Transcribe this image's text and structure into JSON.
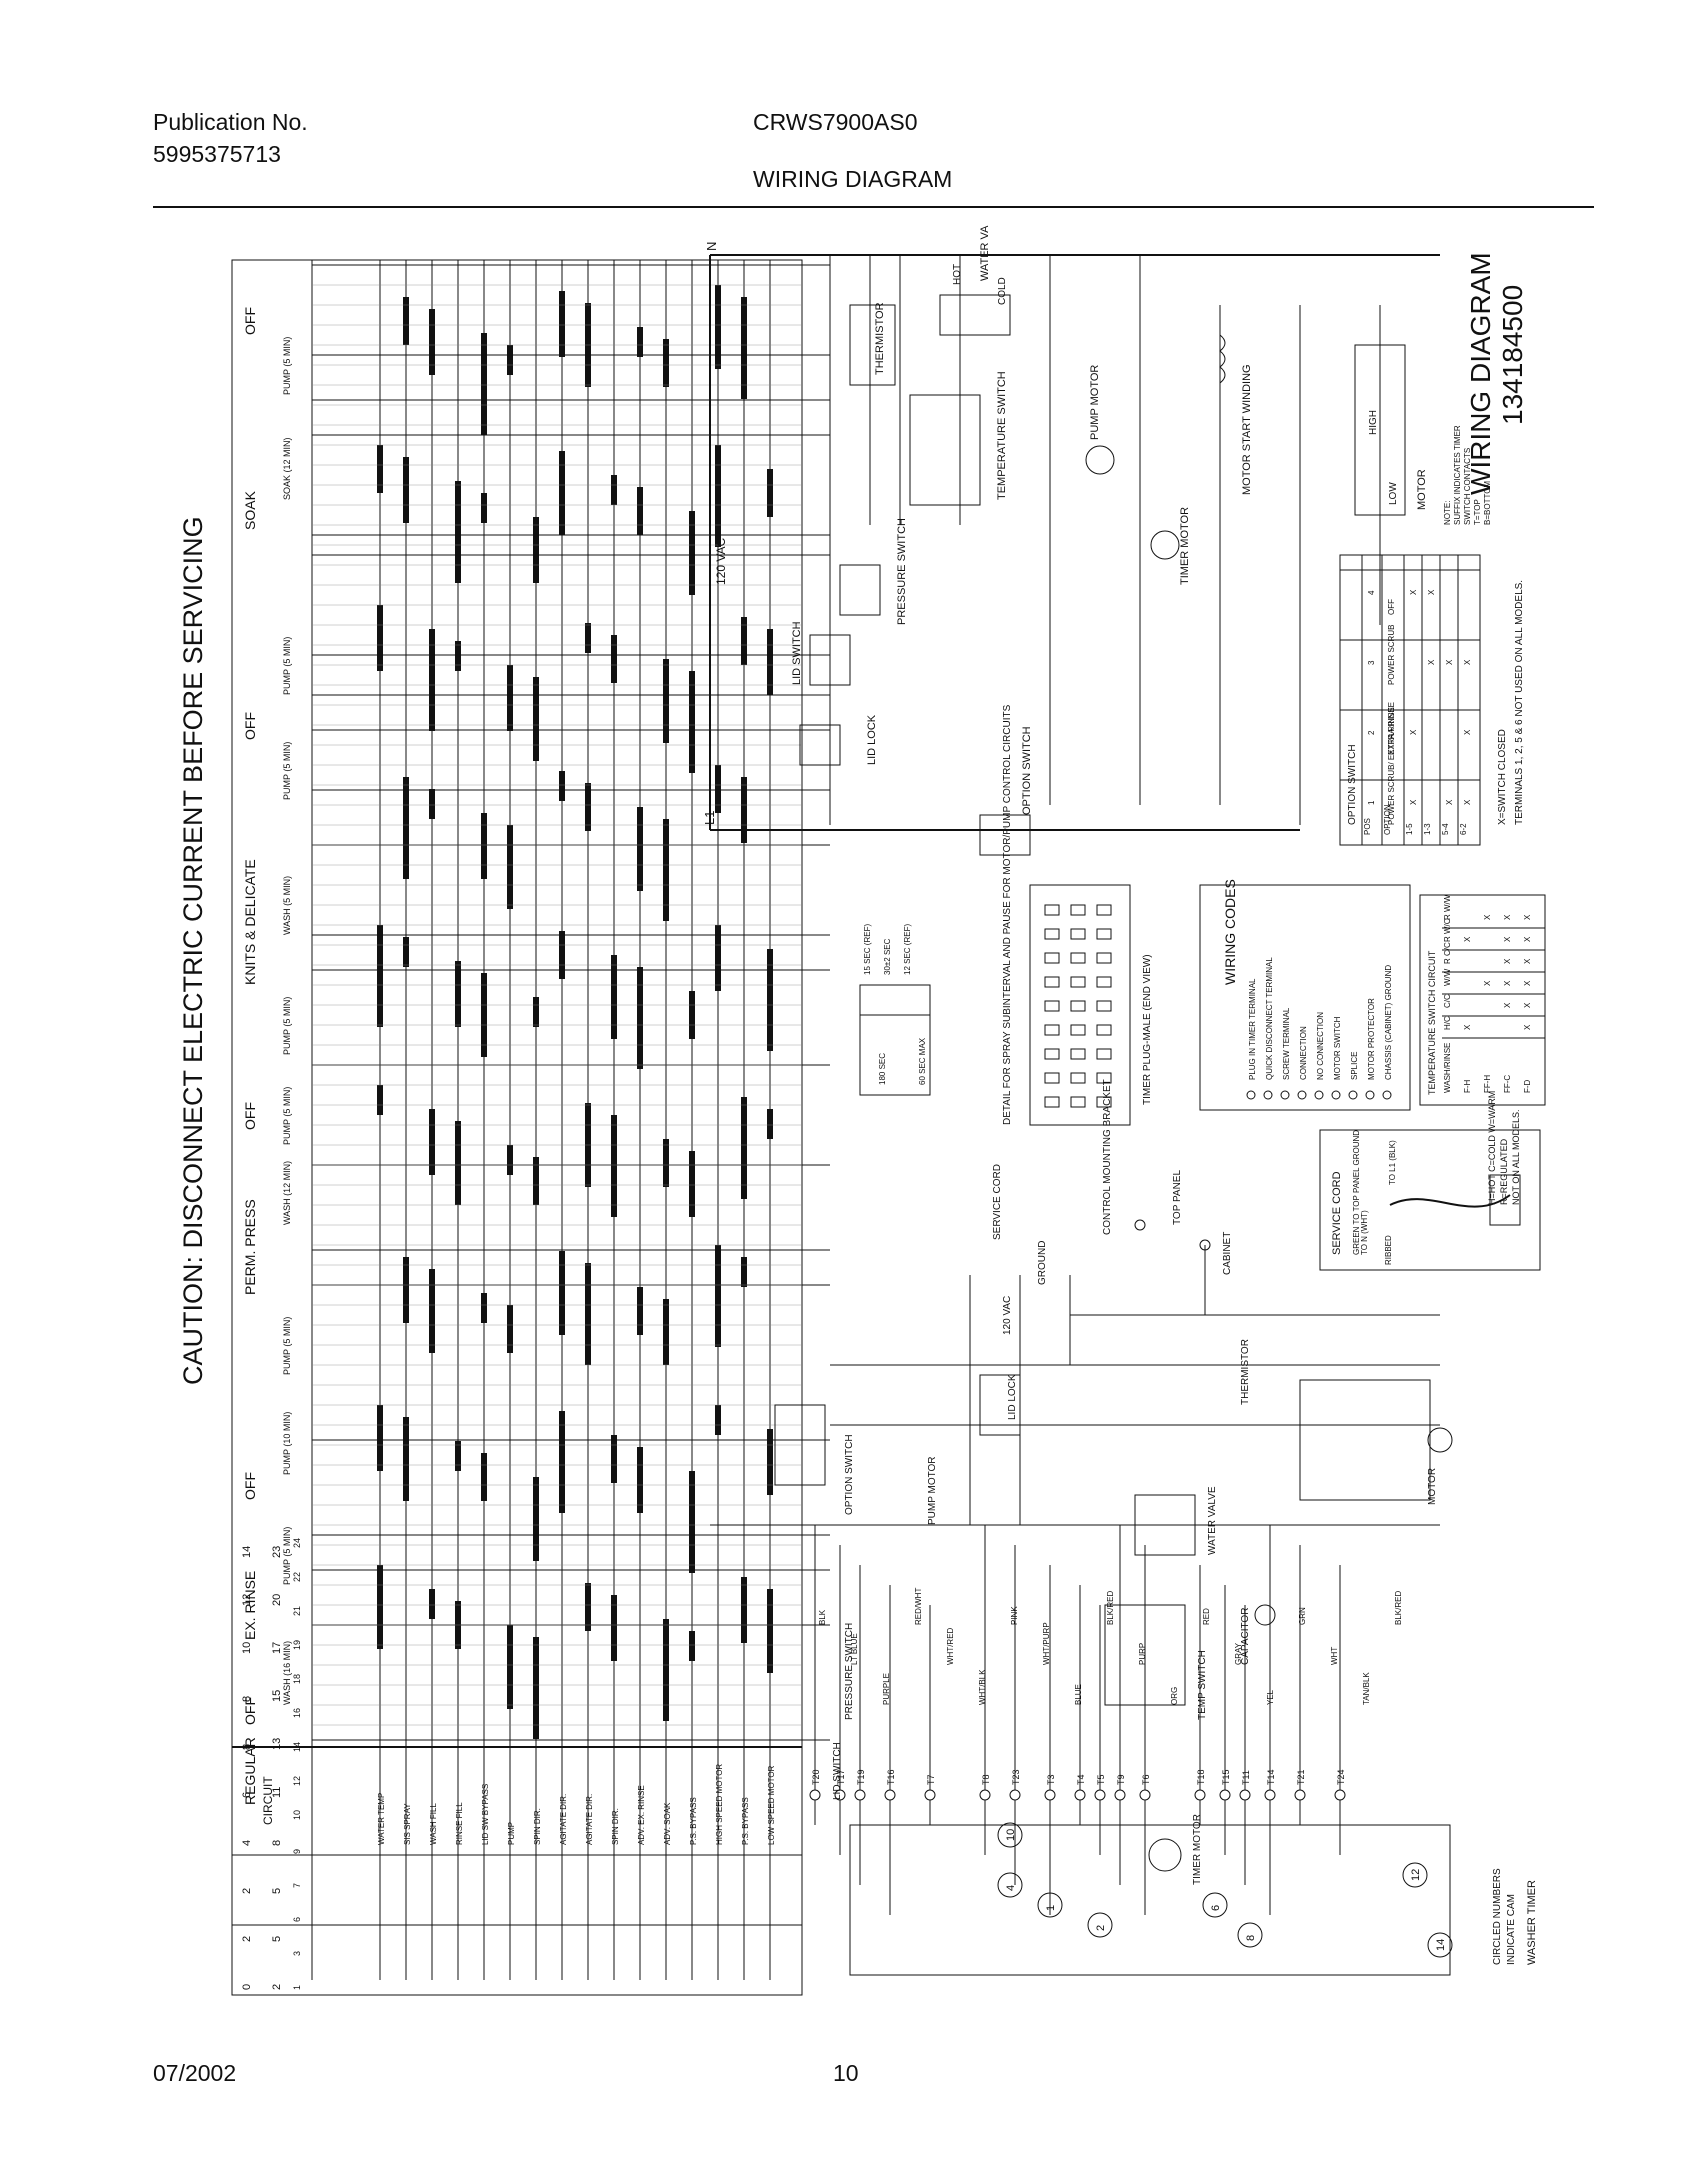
{
  "header": {
    "publication_label": "Publication No.",
    "publication_number": "5995375713",
    "model": "CRWS7900AS0",
    "title": "WIRING DIAGRAM"
  },
  "footer": {
    "date": "07/2002",
    "page": "10"
  },
  "diagram": {
    "caution": "CAUTION: DISCONNECT ELECTRIC CURRENT BEFORE SERVICING",
    "title": "WIRING DIAGRAM",
    "number": "134184500",
    "cycle_labels": [
      "OFF",
      "SOAK",
      "OFF",
      "KNITS & DELICATE",
      "OFF",
      "PERM. PRESS",
      "OFF",
      "EX. RINSE",
      "OFF",
      "REGULAR"
    ],
    "phase_labels": [
      "PUMP (5 MIN)",
      "SOAK (12 MIN)",
      "PUMP (5 MIN)",
      "PUMP (5 MIN)",
      "WASH (5 MIN)",
      "PUMP (5 MIN)",
      "PUMP (5 MIN)",
      "WASH (12 MIN)",
      "PUMP (5 MIN)",
      "PUMP (10 MIN)",
      "PUMP (5 MIN)",
      "WASH (16 MIN)"
    ],
    "circuit_header": "CIRCUIT",
    "circuits": [
      "WATER TEMP",
      "SIS SPRAY",
      "WASH FILL",
      "RINSE FILL",
      "LID SW BYPASS",
      "PUMP",
      "SPIN DIR.",
      "AGITATE DIR.",
      "AGITATE DIR.",
      "SPIN DIR.",
      "ADV. EX. RINSE",
      "ADV. SOAK",
      "P.S. BYPASS",
      "HIGH SPEED MOTOR",
      "P.S. BYPASS",
      "LOW SPEED MOTOR"
    ],
    "term_a": [
      "0",
      "2",
      "2",
      "4",
      "6",
      "8",
      "8",
      "10",
      "12",
      "14"
    ],
    "term_b": [
      "2",
      "5",
      "5",
      "8",
      "11",
      "13",
      "15",
      "17",
      "20",
      "23"
    ],
    "term_c": [
      "1",
      "3",
      "6",
      "7",
      "9",
      "10",
      "12",
      "14",
      "16",
      "18",
      "19",
      "21",
      "22",
      "24"
    ],
    "components": {
      "thermistor": "THERMISTOR",
      "water_valves": "WATER VALVES",
      "hot": "HOT",
      "cold": "COLD",
      "temp_switch": "TEMPERATURE SWITCH",
      "pump_motor": "PUMP MOTOR",
      "motor_start": "MOTOR START WINDING",
      "timer_motor": "TIMER MOTOR",
      "pressure_switch": "PRESSURE SWITCH",
      "lid_switch": "LID SWITCH",
      "lid_lock": "LID LOCK",
      "option_switch": "OPTION SWITCH",
      "motor": "MOTOR",
      "high": "HIGH",
      "low": "LOW",
      "vac": "120 VAC",
      "l1": "L1",
      "n": "N",
      "capacitor": "CAPACITOR",
      "washer_timer": "WASHER TIMER",
      "service_cord": "SERVICE CORD",
      "ground": "GROUND",
      "cabinet": "CABINET",
      "top_panel": "TOP PANEL",
      "control_bracket": "CONTROL MOUNTING BRACKET",
      "thermistor_b": "THERMISTOR",
      "temp_switch_b": "TEMP SWITCH",
      "lid_lock_b": "LID LOCK",
      "option_switch_b": "OPTION SWITCH",
      "pressure_switch_b": "PRESSURE SWITCH",
      "lid_switch_b": "LID SWITCH",
      "pump_motor_b": "PUMP MOTOR",
      "water_valve_b": "WATER VALVE",
      "timer_motor_b": "TIMER MOTOR"
    },
    "wiring_codes": {
      "title": "WIRING CODES",
      "items": [
        "PLUG IN TIMER TERMINAL",
        "QUICK DISCONNECT TERMINAL",
        "SCREW TERMINAL",
        "CONNECTION",
        "NO CONNECTION",
        "MOTOR SWITCH",
        "SPLICE",
        "MOTOR PROTECTOR",
        "CHASSIS (CABINET) GROUND"
      ]
    },
    "timer_plug": "TIMER PLUG-MALE (END VIEW)",
    "spray_detail": "DETAIL FOR SPRAY SUBINTERVAL AND PAUSE FOR MOTOR/PUMP CONTROL CIRCUITS",
    "spray_times": [
      "15 SEC (REF)",
      "30±2 SEC",
      "12 SEC (REF)",
      "180 SEC",
      "60 SEC MAX"
    ],
    "option_table": {
      "title": "OPTION SWITCH",
      "columns": [
        "POS",
        "OPTION",
        "1-5",
        "1-3",
        "5-4",
        "6-2"
      ],
      "rows": [
        [
          "1",
          "POWER SCRUB/ EXTRA RINSE",
          "X",
          "",
          "X",
          "X"
        ],
        [
          "2",
          "EXTRA RINSE",
          "X",
          "",
          "",
          "X"
        ],
        [
          "3",
          "POWER SCRUB",
          "",
          "X",
          "X",
          "X"
        ],
        [
          "4",
          "OFF",
          "X",
          "X",
          "",
          ""
        ]
      ],
      "notes": [
        "X=SWITCH CLOSED",
        "TERMINALS 1, 2, 5 & 6 NOT USED ON ALL MODELS."
      ]
    },
    "temp_table": {
      "title": "TEMPERATURE SWITCH CIRCUIT",
      "columns": [
        "WASH/RINSE",
        "F-H",
        "FF-H",
        "FF-C",
        "F-D"
      ],
      "rows": [
        [
          "H/C",
          "X",
          "",
          "",
          "X"
        ],
        [
          "C/C",
          "",
          "",
          "X",
          "X"
        ],
        [
          "W/W",
          "",
          "X",
          "X",
          "X"
        ],
        [
          "R C/C",
          "",
          "",
          "X",
          "X"
        ],
        [
          "R W/C",
          "X",
          "",
          "X",
          "X"
        ],
        [
          "R W/W",
          "",
          "X",
          "X",
          "X"
        ]
      ],
      "notes": [
        "H=HOT  C=COLD  W=WARM",
        "R=REGULATED",
        "NOT ON ALL MODELS."
      ]
    },
    "note_text": [
      "NOTE:",
      "SUFFIX INDICATES TIMER",
      "SWITCH CONTACTS",
      "T=TOP",
      "B=BOTTOM"
    ],
    "cord_labels": [
      "TO L1 (BLK)",
      "TO N (WHT)",
      "GREEN TO TOP PANEL GROUND",
      "RIBBED"
    ],
    "terminals": [
      "T20",
      "T17",
      "T19",
      "T16",
      "T7",
      "T8",
      "T23",
      "T3",
      "T4",
      "T5",
      "T9",
      "T6",
      "T18",
      "T15",
      "T11",
      "T14",
      "T21",
      "T24"
    ],
    "wire_colors": [
      "BLK",
      "LT BLUE",
      "PURPLE",
      "RED/WHT",
      "WHT/RED",
      "WHT/BLK",
      "PINK",
      "WHT/PURP",
      "BLUE",
      "BLK/RED",
      "PURP",
      "ORG",
      "RED",
      "GRAY",
      "YEL",
      "GRN",
      "WHT",
      "TAN/BLK",
      "BLK/RED"
    ],
    "circled": [
      "10",
      "4",
      "1",
      "2",
      "6",
      "8",
      "12",
      "14"
    ],
    "circled_note": [
      "CIRCLED NUMBERS",
      "INDICATE CAM"
    ]
  }
}
